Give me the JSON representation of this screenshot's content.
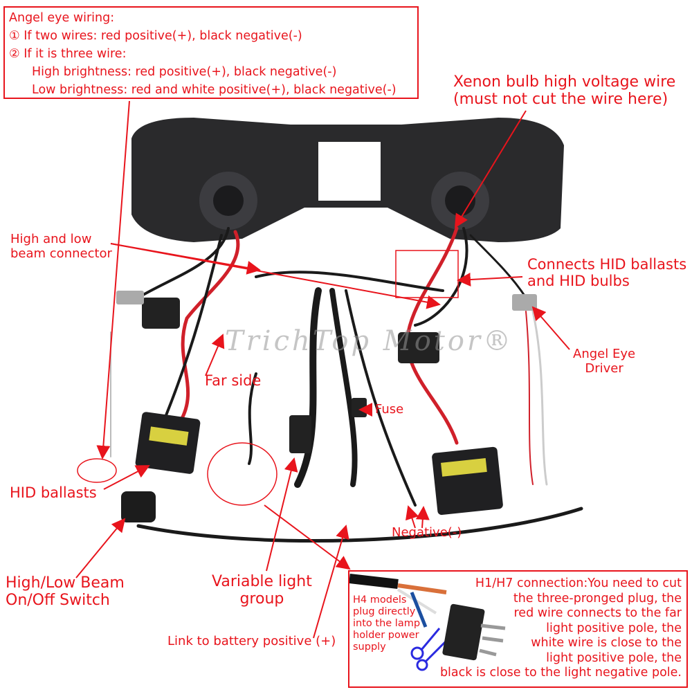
{
  "angel_eye_box": {
    "title": "Angel eye wiring:",
    "lines": [
      "① If two wires: red positive(+), black negative(-)",
      "② If it is three wire:",
      "High brightness: red positive(+), black negative(-)",
      "Low brightness: red and white positive(+), black negative(-)"
    ]
  },
  "labels": {
    "xenon": [
      "Xenon bulb high voltage wire",
      "(must not cut the wire here)"
    ],
    "beam_connector": [
      "High and low",
      "beam connector"
    ],
    "hid_connect": [
      "Connects HID ballasts",
      "and HID bulbs"
    ],
    "angel_driver": [
      "Angel Eye",
      "Driver"
    ],
    "far_side": "Far side",
    "fuse": "Fuse",
    "hid_ballasts": "HID ballasts",
    "negative": "Negative(-)",
    "switch": [
      "High/Low Beam",
      "On/Off Switch"
    ],
    "variable": [
      "Variable light",
      "group"
    ],
    "battery": "Link to battery positive (+)"
  },
  "h1h7_box": {
    "h4_note": [
      "H4 models",
      "plug directly",
      "into the lamp",
      "holder power",
      "supply"
    ],
    "text": [
      "H1/H7 connection:You need to cut",
      "the three-pronged plug, the",
      "red wire connects to the far",
      "light positive pole, the",
      "white wire is close to the",
      "light positive pole, the",
      "black is close to the light negative pole."
    ]
  },
  "watermark": "TrichTop Motor®",
  "colors": {
    "accent": "#e8141c",
    "wire_black": "#1a1a1a",
    "wire_red": "#d0202a"
  }
}
